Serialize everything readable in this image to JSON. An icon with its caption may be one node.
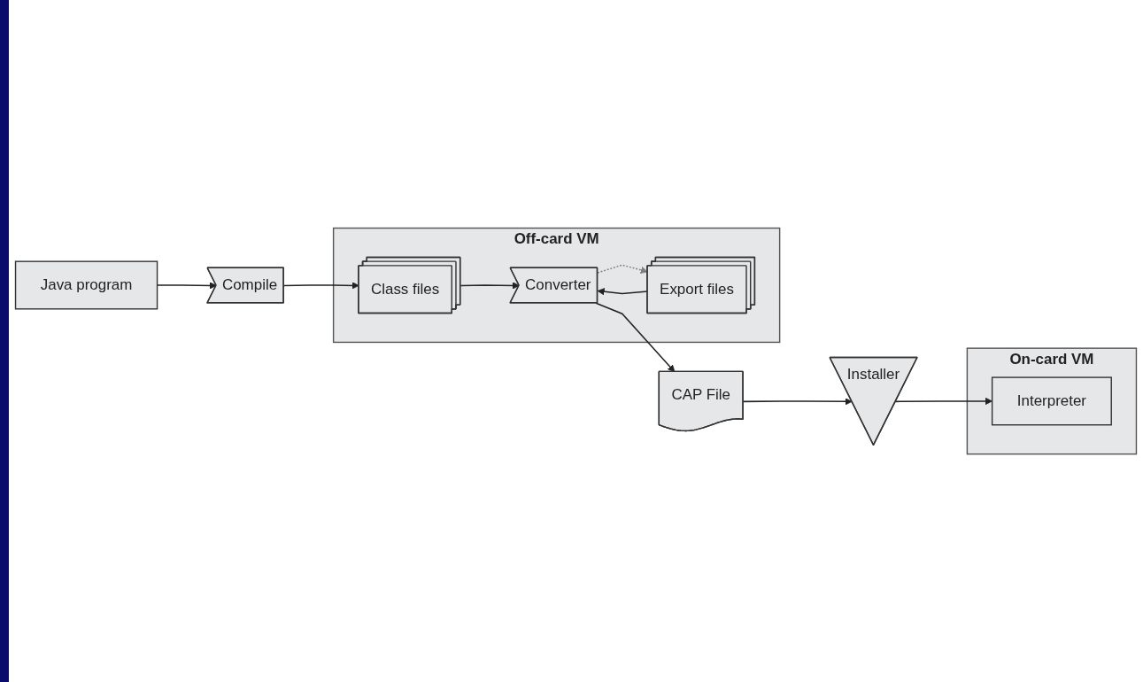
{
  "diagram": {
    "nodes": [
      {
        "text": [
          "Java program"
        ]
      },
      {
        "text": [
          "Compile"
        ]
      },
      {
        "text": [
          "Off-card VM"
        ]
      },
      {
        "text": [
          "Class files"
        ],
        "in": 2
      },
      {
        "text": [
          "Export files"
        ],
        "in": 2
      },
      {
        "text": [
          "Converter"
        ],
        "in": 2
      },
      {
        "text": [
          "CAP File"
        ]
      },
      {
        "text": [
          "Installer"
        ]
      },
      {
        "text": [
          "On-card VM"
        ]
      },
      {
        "text": [
          "Interpreter"
        ],
        "in": 8
      }
    ],
    "edges": [
      {
        "from": 0,
        "to": 1,
        "arrow": "to"
      },
      {
        "from": 1,
        "to": 3,
        "arrow": "to"
      },
      {
        "from": 3,
        "to": 5,
        "arrow": "to"
      },
      {
        "from": 4,
        "to": 5,
        "arrow": "to"
      },
      {
        "from": 5,
        "to": 4,
        "arrow": "to",
        "style": "dashed",
        "color": "#808080"
      },
      {
        "from": 5,
        "to": 6,
        "arrow": "to"
      },
      {
        "from": 6,
        "to": 7,
        "arrow": "to"
      },
      {
        "from": 7,
        "to": 9,
        "arrow": "to"
      }
    ]
  }
}
